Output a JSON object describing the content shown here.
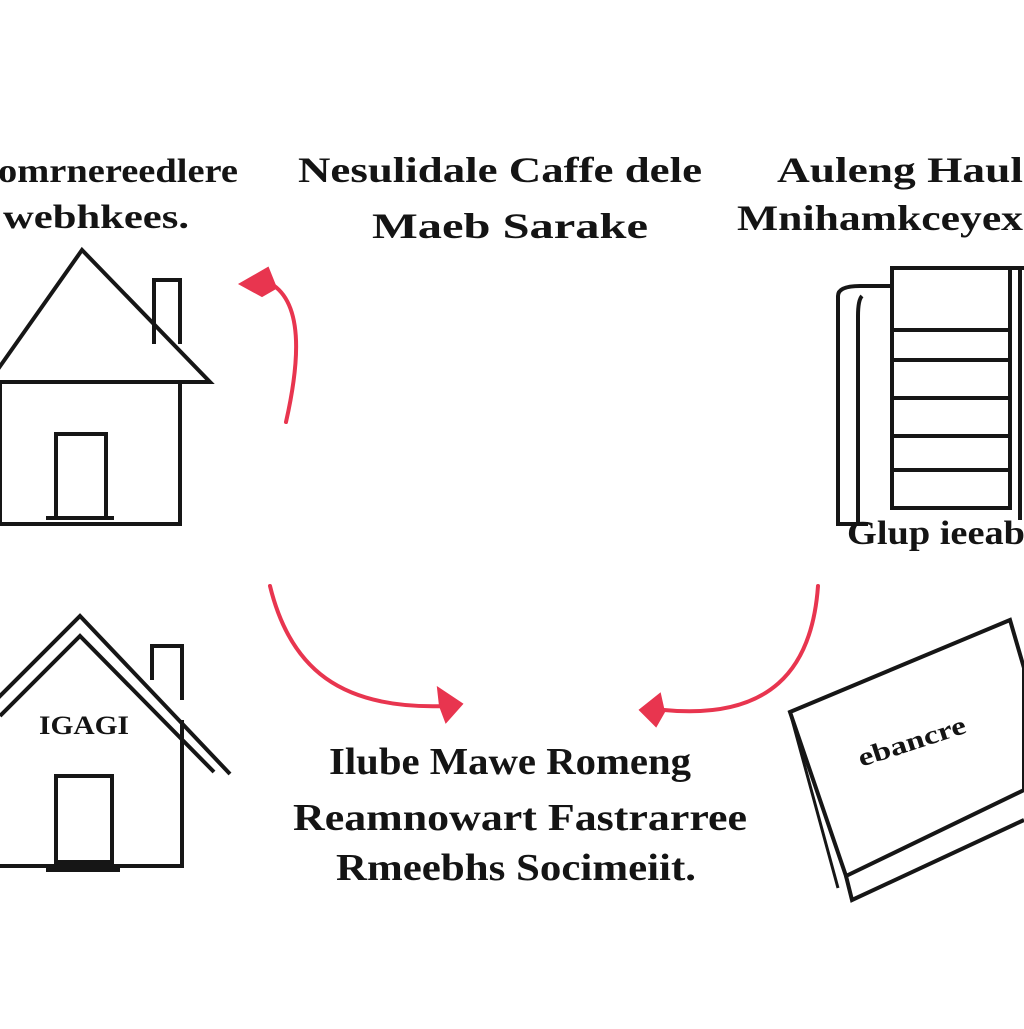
{
  "labels": {
    "top_left": [
      "omrnereedlere",
      "webhkees."
    ],
    "top_center": [
      "Nesulidale Caffe dele",
      "Maeb Sarake"
    ],
    "top_right": [
      "Auleng Haul",
      "Mnihamkceyex"
    ],
    "bottom_center": [
      "Ilube Mawe Romeng",
      "Reamnowart Fastrarree",
      "Rmeebhs Socimeiit."
    ],
    "house_sign": "IGAGI",
    "shelf_caption": "Glup ieeab",
    "book_title": "ebancre"
  },
  "colors": {
    "ink": "#161616",
    "arrow": "#e8354f",
    "background": "#ffffff"
  }
}
